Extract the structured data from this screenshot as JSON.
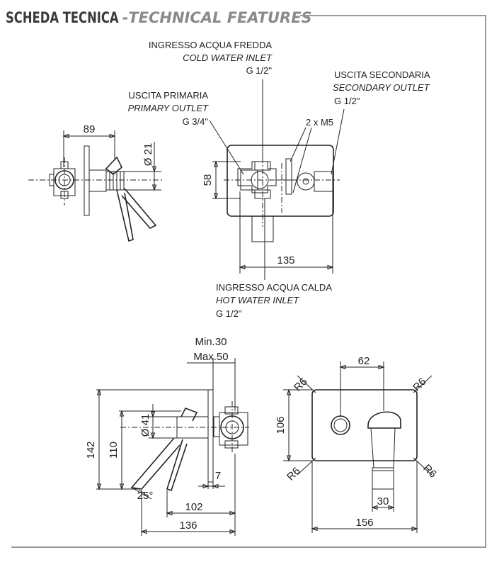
{
  "header": {
    "title_main": "SCHEDA TECNICA",
    "title_sep": " - ",
    "title_sub": "TECHNICAL FEATURES"
  },
  "labels": {
    "cold_it": "INGRESSO ACQUA FREDDA",
    "cold_en": "COLD WATER INLET",
    "cold_size": "G 1/2\"",
    "secondary_it": "USCITA SECONDARIA",
    "secondary_en": "SECONDARY OUTLET",
    "secondary_size": "G 1/2\"",
    "primary_it": "USCITA PRIMARIA",
    "primary_en": "PRIMARY OUTLET",
    "primary_size": "G 3/4\"",
    "screws": "2 x M5",
    "hot_it": "INGRESSO ACQUA CALDA",
    "hot_en": "HOT WATER INLET",
    "hot_size": "G 1/2\""
  },
  "dimensions": {
    "d89": "89",
    "d21": "Ø 21",
    "d58": "58",
    "d135": "135",
    "dmin": "Min.30",
    "dmax": "Max.50",
    "d142": "142",
    "d110": "110",
    "d41": "Ø 41",
    "d7": "7",
    "d25": "25°",
    "d102": "102",
    "d136": "136",
    "d62": "62",
    "d106": "106",
    "d156": "156",
    "d30": "30",
    "r6a": "R6",
    "r6b": "R6",
    "r6c": "R6",
    "r6d": "R6"
  }
}
